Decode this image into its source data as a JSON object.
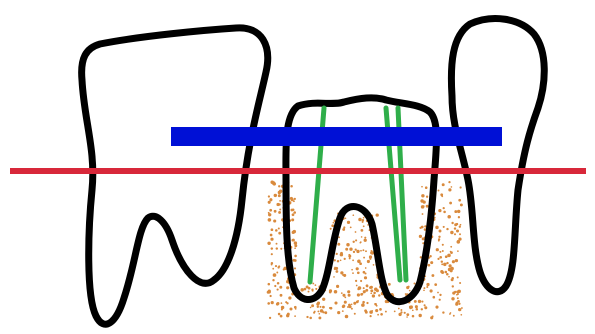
{
  "diagram": {
    "background": "#ffffff",
    "colors": {
      "outline": "#000000",
      "crown_bar": "#0010d6",
      "reference_line": "#d8283a",
      "root_canal": "#2fae4a",
      "bone_stipple": "#d98a3d"
    },
    "elements": [
      "left-molar",
      "center-tooth",
      "right-premolar",
      "bone-tissue",
      "root-canal-lines",
      "blue-bar",
      "red-line"
    ]
  }
}
